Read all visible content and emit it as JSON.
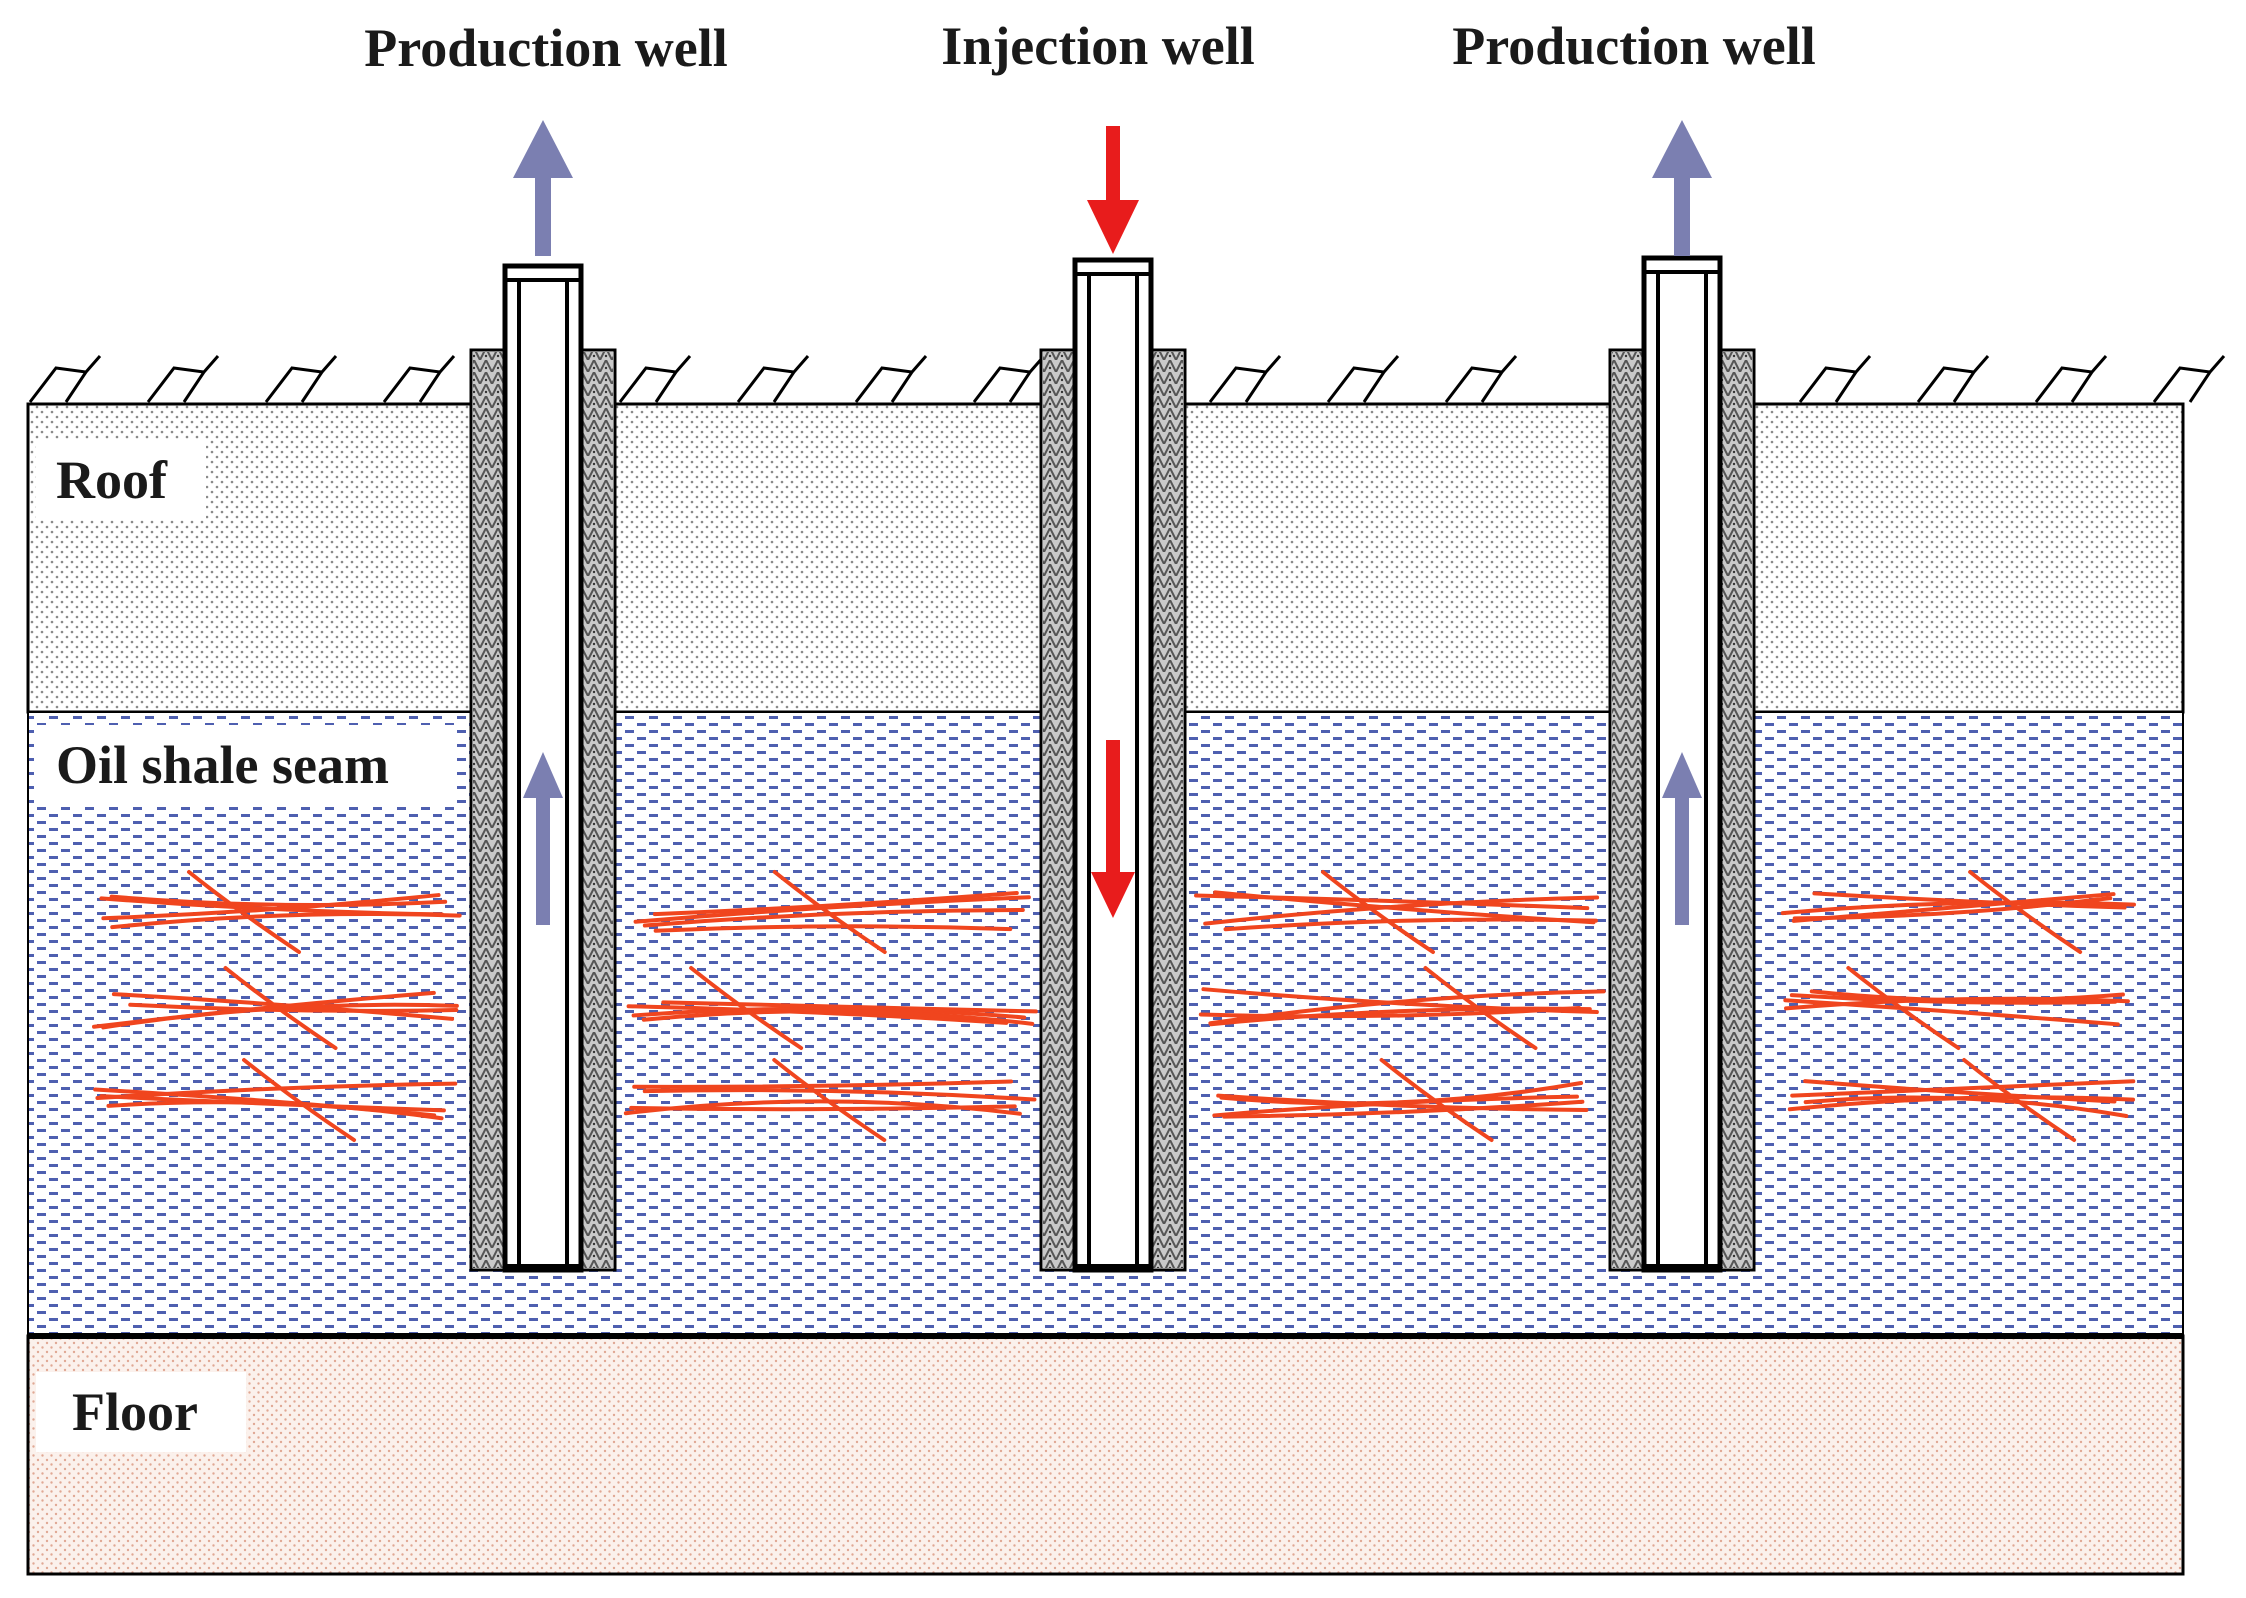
{
  "labels": {
    "production_well_left": "Production well",
    "injection_well": "Injection well",
    "production_well_right": "Production well",
    "roof": "Roof",
    "oil_shale_seam": "Oil shale seam",
    "floor": "Floor"
  },
  "colors": {
    "production_arrow": "#7b7fb1",
    "injection_arrow": "#e81c1c",
    "fracture": "#f0451e",
    "roof_dots": "#8a8a8a",
    "seam_dashes": "#4e5fb0",
    "floor_dots": "#e0a894",
    "casing": "#6b6b6b",
    "outline": "#000000"
  },
  "icons": {
    "production_flow": "arrow-up-icon",
    "injection_flow": "arrow-down-icon",
    "ground_surface": "hatch-ground-icon"
  }
}
